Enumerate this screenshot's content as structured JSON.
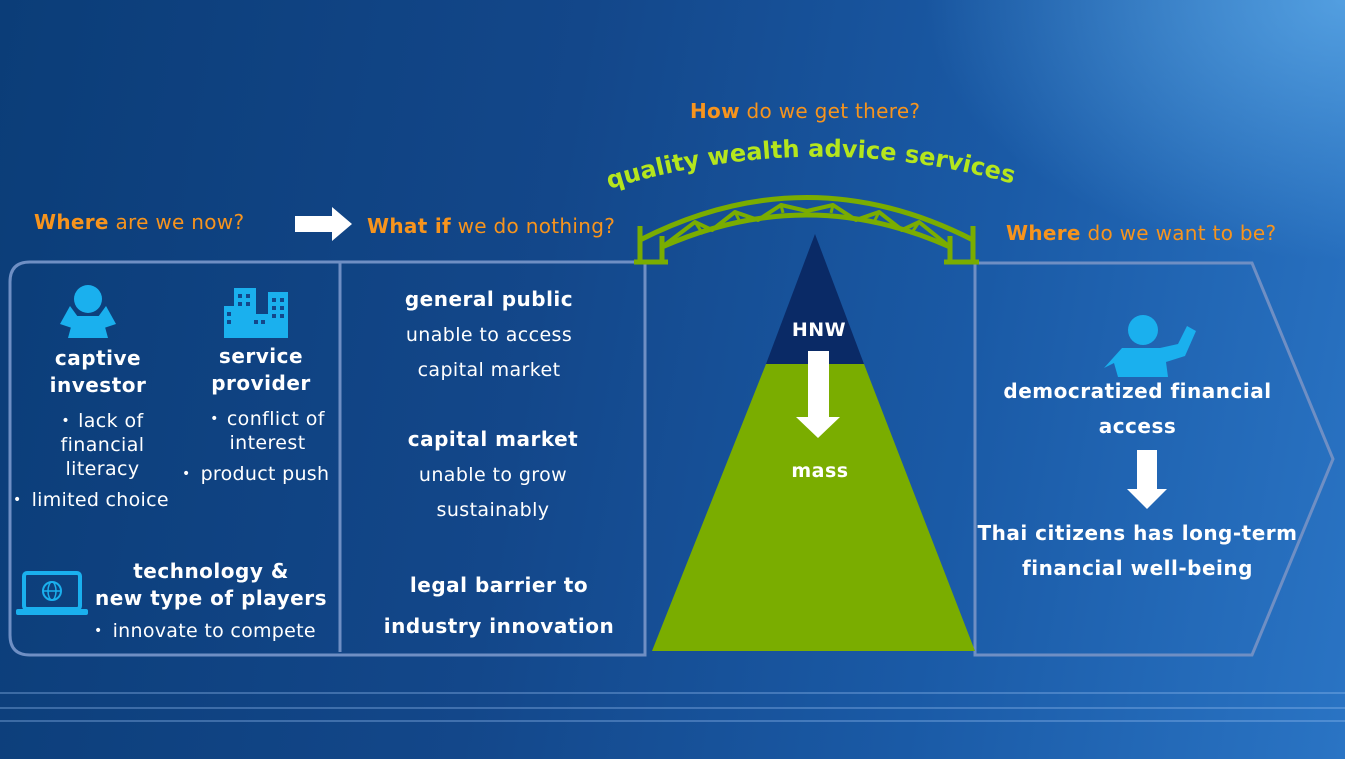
{
  "questions": {
    "now": {
      "strong": "Where",
      "rest": " are we now?"
    },
    "nothing": {
      "strong": "What if",
      "rest": " we do nothing?"
    },
    "how": {
      "strong": "How",
      "rest": " do we get there?"
    },
    "want": {
      "strong": "Where",
      "rest": " do we want to be?"
    }
  },
  "arc_title": "quality wealth advice services",
  "now_panel": {
    "captive": {
      "title": "captive investor",
      "bullets": [
        "lack of financial literacy",
        "limited choice"
      ]
    },
    "provider": {
      "title": "service provider",
      "bullets": [
        "conflict of interest",
        "product push"
      ]
    },
    "tech": {
      "title1": "technology &",
      "title2": "new type of players",
      "bullet": "innovate to compete"
    }
  },
  "nothing_panel": {
    "public": {
      "title": "general public",
      "line1": "unable to access",
      "line2": "capital market"
    },
    "market": {
      "title": "capital market",
      "line1": "unable to grow",
      "line2": "sustainably"
    },
    "legal": {
      "line1": "legal barrier to",
      "line2": "industry innovation"
    }
  },
  "pyramid": {
    "top": "HNW",
    "bottom": "mass"
  },
  "want_panel": {
    "line1": "democratized financial",
    "line2": "access",
    "line3": "Thai citizens has long-term",
    "line4": "financial well-being"
  },
  "colors": {
    "accent": "#f7941d",
    "green": "#7aad00",
    "lime": "#b5e61d",
    "navy": "#0a2a66",
    "icon": "#1ab0ee"
  }
}
